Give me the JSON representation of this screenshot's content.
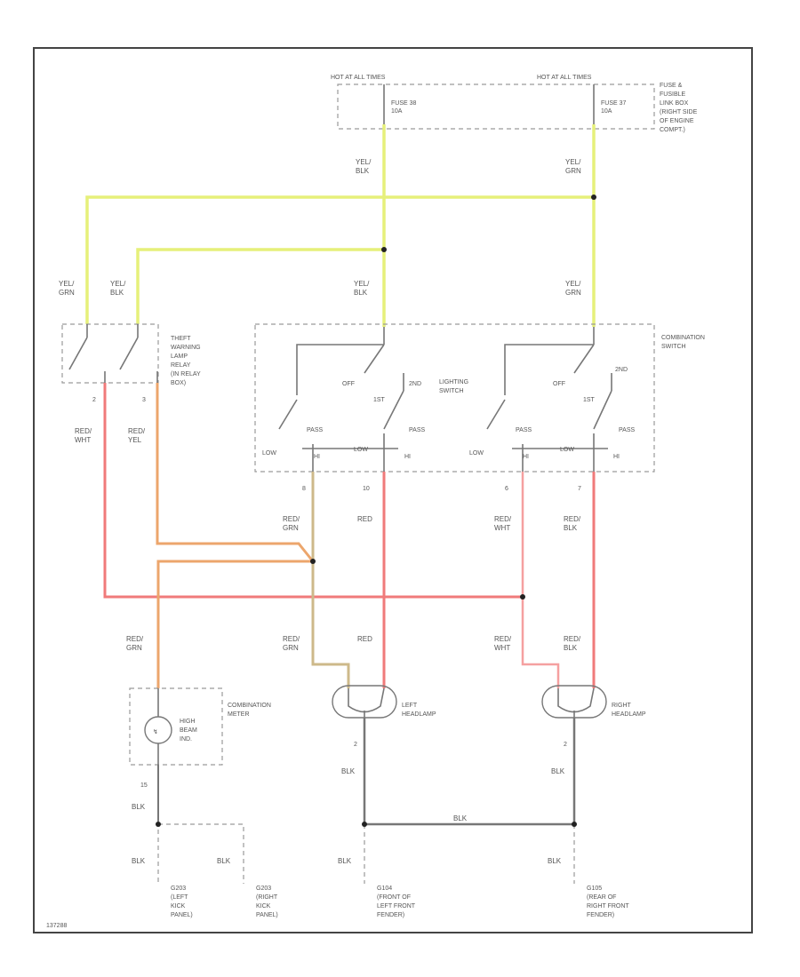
{
  "fuse_box": {
    "hot_left": "HOT AT ALL TIMES",
    "hot_right": "HOT AT ALL TIMES",
    "fuse_left": [
      "FUSE 38",
      "10A"
    ],
    "fuse_right": [
      "FUSE 37",
      "10A"
    ],
    "label": [
      "FUSE &",
      "FUSIBLE",
      "LINK BOX",
      "(RIGHT SIDE",
      "OF ENGINE",
      "COMPT.)"
    ]
  },
  "relay": {
    "label": [
      "THEFT",
      "WARNING",
      "LAMP",
      "RELAY",
      "(IN RELAY",
      "BOX)"
    ],
    "pin_left": "2",
    "pin_right": "3"
  },
  "combination_switch": {
    "label": [
      "COMBINATION",
      "SWITCH"
    ],
    "lighting_label": [
      "LIGHTING",
      "SWITCH"
    ],
    "off": "OFF",
    "first": "1ST",
    "second": "2ND",
    "pass": "PASS",
    "low": "LOW",
    "hi": "HI",
    "pins": [
      "8",
      "10",
      "6",
      "7"
    ]
  },
  "wires": {
    "yel_blk": [
      "YEL/",
      "BLK"
    ],
    "yel_grn": [
      "YEL/",
      "GRN"
    ],
    "red_wht": [
      "RED/",
      "WHT"
    ],
    "red_yel": [
      "RED/",
      "YEL"
    ],
    "red_grn": [
      "RED/",
      "GRN"
    ],
    "red": "RED",
    "red_blk": [
      "RED/",
      "BLK"
    ],
    "blk": "BLK"
  },
  "meter": {
    "label": [
      "COMBINATION",
      "METER"
    ],
    "bulb": [
      "HIGH",
      "BEAM",
      "IND."
    ],
    "pin": "15"
  },
  "headlamps": {
    "left": [
      "LEFT",
      "HEADLAMP"
    ],
    "right": [
      "RIGHT",
      "HEADLAMP"
    ],
    "ground_pin": "2"
  },
  "grounds": {
    "g1": [
      "G203",
      "(LEFT",
      "KICK",
      "PANEL)"
    ],
    "g2": [
      "G203",
      "(RIGHT",
      "KICK",
      "PANEL)"
    ],
    "g3": [
      "G104",
      "(FRONT OF",
      "LEFT FRONT",
      "FENDER)"
    ],
    "g4": [
      "G105",
      "(REAR OF",
      "RIGHT FRONT",
      "FENDER)"
    ]
  },
  "figure_id": "137288",
  "colors": {
    "yellow": "#e6f07a",
    "red": "#f07a7a",
    "orange": "#eca66c",
    "tan": "#cdb98a",
    "gray": "#777777"
  }
}
